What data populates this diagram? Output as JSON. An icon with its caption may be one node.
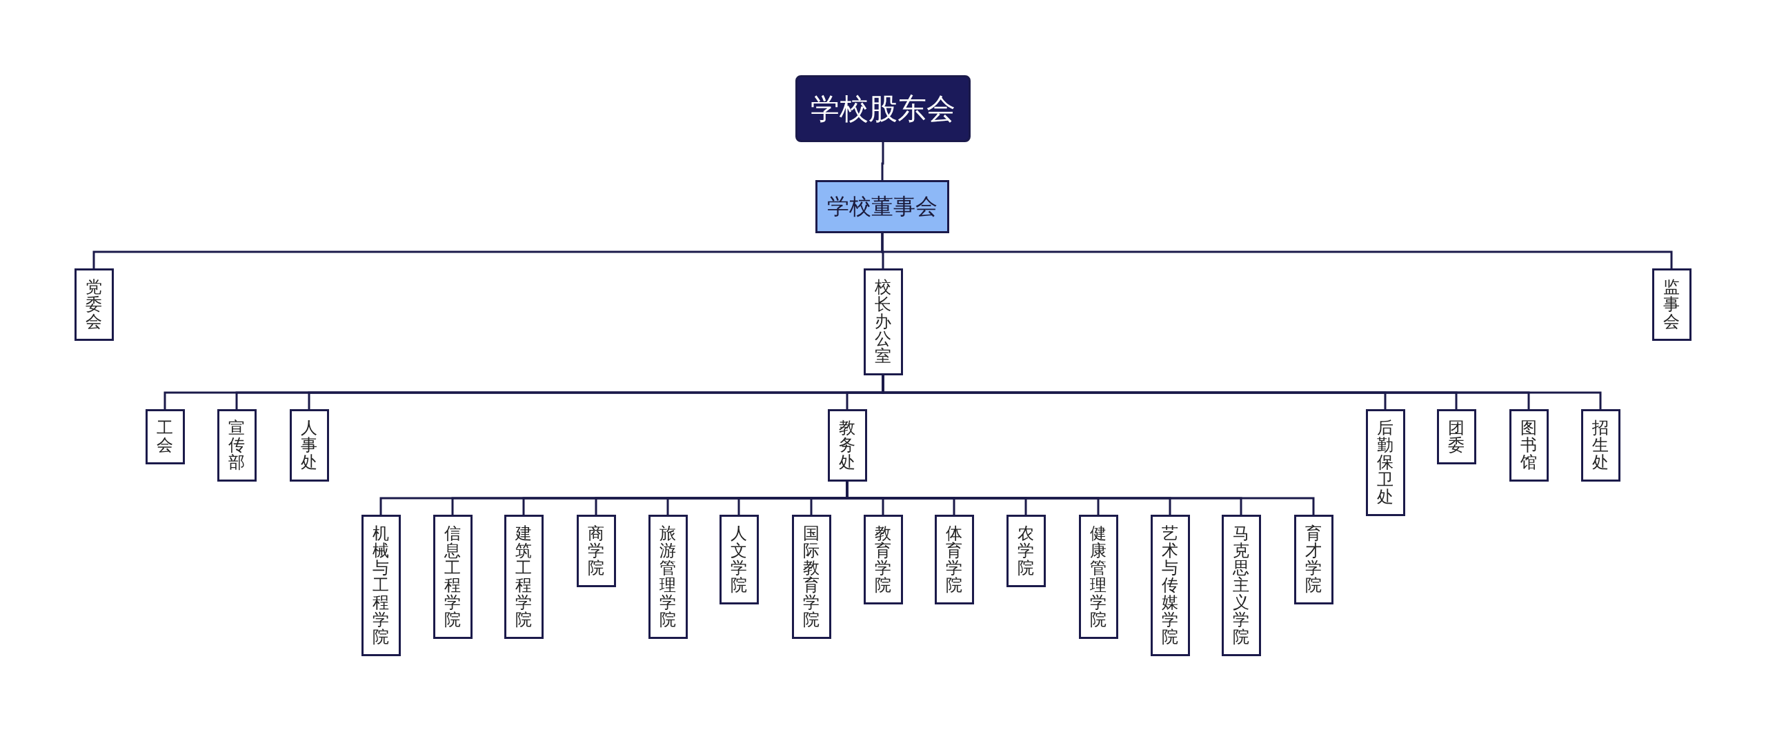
{
  "diagram": {
    "nodes": [
      {
        "text": [
          "学校股东会"
        ]
      },
      {
        "text": [
          "学校董事会"
        ]
      },
      {
        "text": [
          "党委会"
        ]
      },
      {
        "text": [
          "校长办公室"
        ]
      },
      {
        "text": [
          "监事会"
        ]
      },
      {
        "text": [
          "工会"
        ]
      },
      {
        "text": [
          "宣传部"
        ]
      },
      {
        "text": [
          "人事处"
        ]
      },
      {
        "text": [
          "教务处"
        ]
      },
      {
        "text": [
          "后勤保卫处"
        ]
      },
      {
        "text": [
          "团委"
        ]
      },
      {
        "text": [
          "图书馆"
        ]
      },
      {
        "text": [
          "招生处"
        ]
      },
      {
        "text": [
          "机械与工程学院"
        ]
      },
      {
        "text": [
          "信息工程学院"
        ]
      },
      {
        "text": [
          "建筑工程学院"
        ]
      },
      {
        "text": [
          "商学院"
        ]
      },
      {
        "text": [
          "旅游管理学院"
        ]
      },
      {
        "text": [
          "人文学院"
        ]
      },
      {
        "text": [
          "国际教育学院"
        ]
      },
      {
        "text": [
          "教育学院"
        ]
      },
      {
        "text": [
          "体育学院"
        ]
      },
      {
        "text": [
          "农学院"
        ]
      },
      {
        "text": [
          "健康管理学院"
        ]
      },
      {
        "text": [
          "艺术与传媒学院"
        ]
      },
      {
        "text": [
          "马克思主义学院"
        ]
      },
      {
        "text": [
          "育才学院"
        ]
      }
    ],
    "edges": [
      {
        "from": 0,
        "to": 1,
        "arrow": "none"
      },
      {
        "from": 1,
        "to": 2,
        "arrow": "none"
      },
      {
        "from": 1,
        "to": 3,
        "arrow": "none"
      },
      {
        "from": 1,
        "to": 4,
        "arrow": "none"
      },
      {
        "from": 3,
        "to": 5,
        "arrow": "none"
      },
      {
        "from": 3,
        "to": 6,
        "arrow": "none"
      },
      {
        "from": 3,
        "to": 7,
        "arrow": "none"
      },
      {
        "from": 3,
        "to": 8,
        "arrow": "none"
      },
      {
        "from": 3,
        "to": 9,
        "arrow": "none"
      },
      {
        "from": 3,
        "to": 10,
        "arrow": "none"
      },
      {
        "from": 3,
        "to": 11,
        "arrow": "none"
      },
      {
        "from": 3,
        "to": 12,
        "arrow": "none"
      },
      {
        "from": 8,
        "to": 13,
        "arrow": "none"
      },
      {
        "from": 8,
        "to": 14,
        "arrow": "none"
      },
      {
        "from": 8,
        "to": 15,
        "arrow": "none"
      },
      {
        "from": 8,
        "to": 16,
        "arrow": "none"
      },
      {
        "from": 8,
        "to": 17,
        "arrow": "none"
      },
      {
        "from": 8,
        "to": 18,
        "arrow": "none"
      },
      {
        "from": 8,
        "to": 19,
        "arrow": "none"
      },
      {
        "from": 8,
        "to": 20,
        "arrow": "none"
      },
      {
        "from": 8,
        "to": 21,
        "arrow": "none"
      },
      {
        "from": 8,
        "to": 22,
        "arrow": "none"
      },
      {
        "from": 8,
        "to": 23,
        "arrow": "none"
      },
      {
        "from": 8,
        "to": 24,
        "arrow": "none"
      },
      {
        "from": 8,
        "to": 25,
        "arrow": "none"
      },
      {
        "from": 8,
        "to": 26,
        "arrow": "none"
      }
    ]
  }
}
